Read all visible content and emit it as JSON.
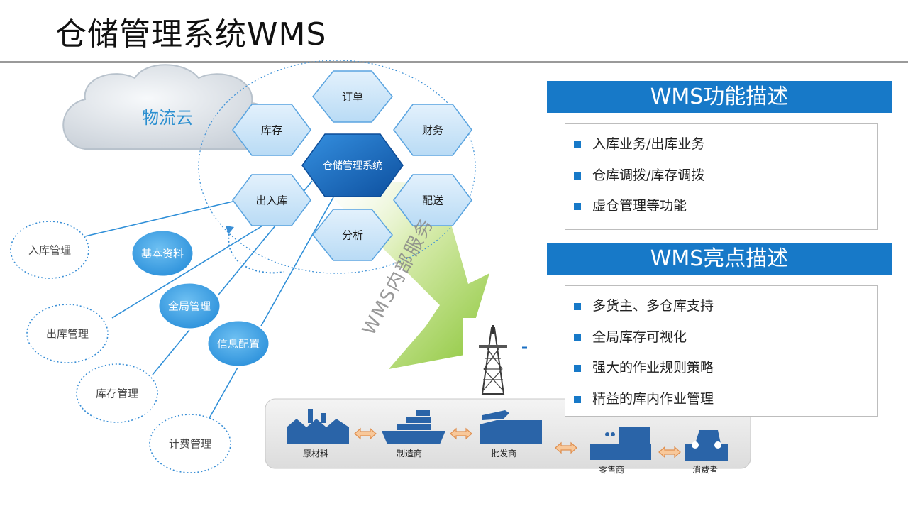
{
  "title": "仓储管理系统WMS",
  "cloud": {
    "label": "物流云"
  },
  "hexagons": {
    "center": "仓储管理系统",
    "top": "订单",
    "upper_left": "库存",
    "upper_right": "财务",
    "lower_left": "出入库",
    "lower_right": "配送",
    "bottom": "分析"
  },
  "bubbles": [
    "基本资料",
    "全局管理",
    "信息配置"
  ],
  "modules": [
    "入库管理",
    "出库管理",
    "库存管理",
    "计费管理"
  ],
  "rotated_text": "WMS内部服务",
  "chain": [
    {
      "label": "原材料",
      "icon": "factory-icon"
    },
    {
      "label": "制造商",
      "icon": "cargo-ship-icon"
    },
    {
      "label": "批发商",
      "icon": "airplane-icon"
    },
    {
      "label": "零售商",
      "icon": "retail-shop-icon"
    },
    {
      "label": "消费者",
      "icon": "consumer-icon"
    }
  ],
  "panels": {
    "features": {
      "title": "WMS功能描述",
      "items": [
        "入库业务/出库业务",
        "仓库调拨/库存调拨",
        "虚仓管理等功能"
      ]
    },
    "highlights": {
      "title": "WMS亮点描述",
      "items": [
        "多货主、多仓库支持",
        "全局库存可视化",
        "强大的作业规则策略",
        "精益的库内作业管理"
      ]
    }
  },
  "colors": {
    "accent_blue": "#1779c8",
    "hex_fill": "#cbe4f8",
    "hex_center": "#1a6fc3",
    "bubble": "#4aa8e8",
    "arrow_green": "#9ccc3c",
    "chain_icon": "#2a64a8",
    "chain_arrow": "#f0a860"
  }
}
